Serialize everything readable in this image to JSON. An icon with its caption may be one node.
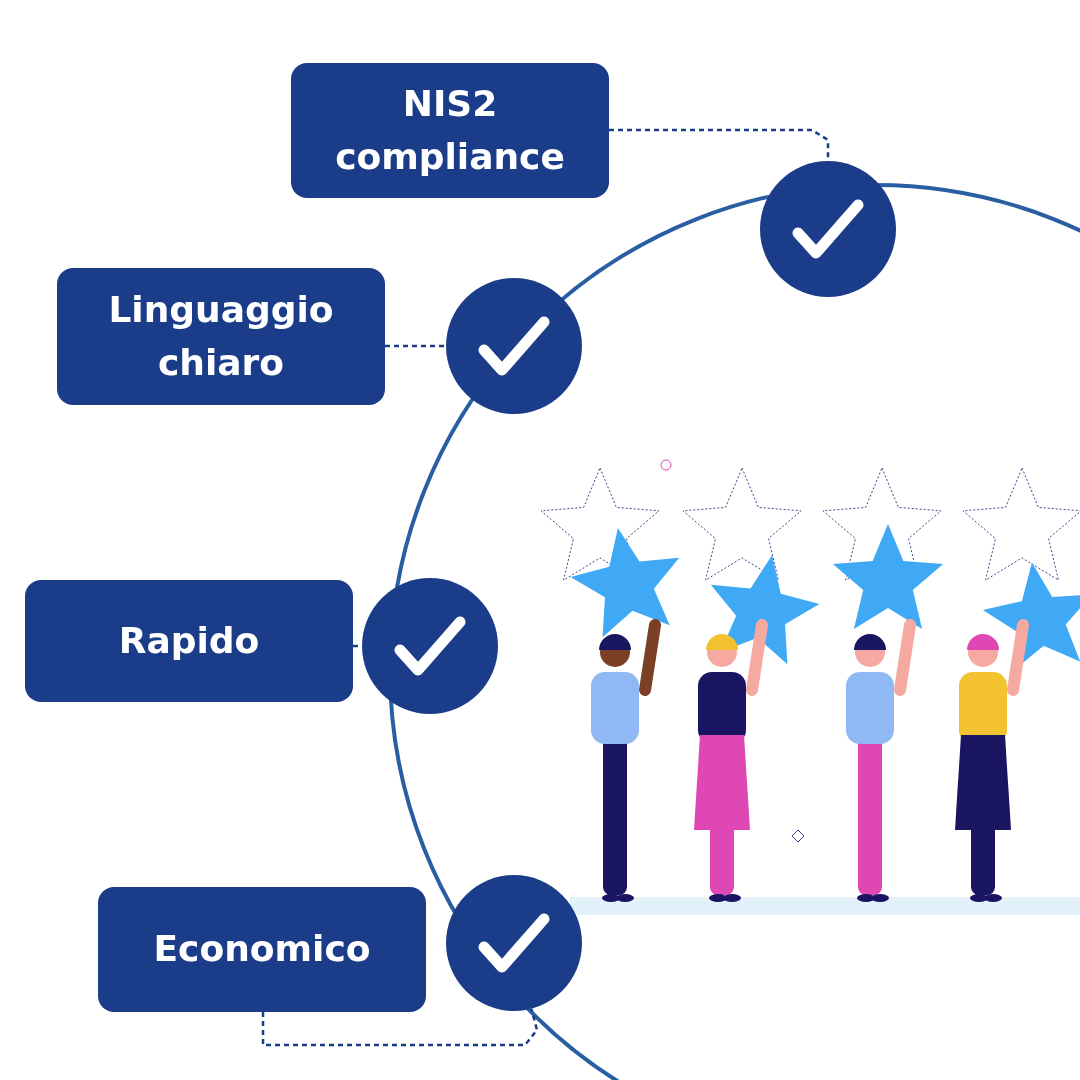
{
  "diagram": {
    "nodes": [
      {
        "text": [
          "NIS2 compliance"
        ]
      },
      {
        "text": [],
        "shape": "circle"
      },
      {
        "text": [
          "Linguaggio chiaro"
        ]
      },
      {
        "text": [],
        "shape": "circle"
      },
      {
        "text": [
          "Rapido"
        ]
      },
      {
        "text": [],
        "shape": "circle"
      },
      {
        "text": [
          "Economico"
        ]
      },
      {
        "text": [],
        "shape": "circle"
      }
    ],
    "edges": [
      {
        "from": 0,
        "to": 1,
        "arrow": "none",
        "style": "dashed"
      },
      {
        "from": 2,
        "to": 3,
        "arrow": "none",
        "style": "dashed"
      },
      {
        "from": 4,
        "to": 5,
        "arrow": "none",
        "style": "dashed"
      },
      {
        "from": 6,
        "to": 7,
        "arrow": "none",
        "style": "dashed"
      }
    ]
  }
}
